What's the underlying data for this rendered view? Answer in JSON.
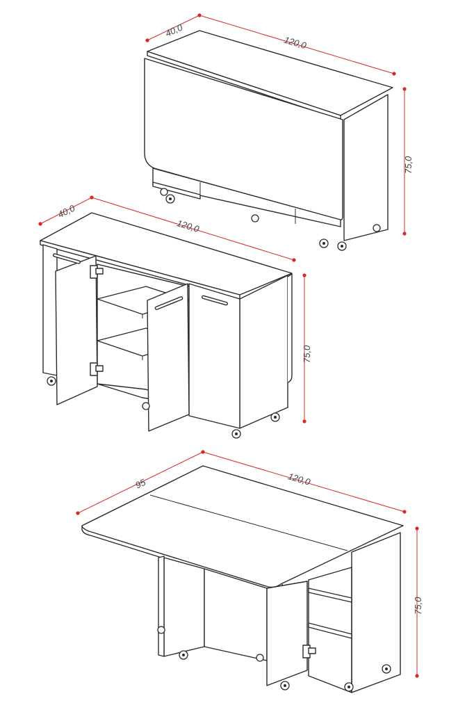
{
  "colors": {
    "line": "#2a2a2a",
    "dimension": "#d62828"
  },
  "views": [
    {
      "id": "folded",
      "depth": "40,0",
      "width": "120,0",
      "height": "75,0"
    },
    {
      "id": "cabinet",
      "depth": "40,0",
      "width": "120,0",
      "height": "75,0"
    },
    {
      "id": "extended",
      "depth": "95",
      "width": "120,0",
      "height": "75,0"
    }
  ]
}
